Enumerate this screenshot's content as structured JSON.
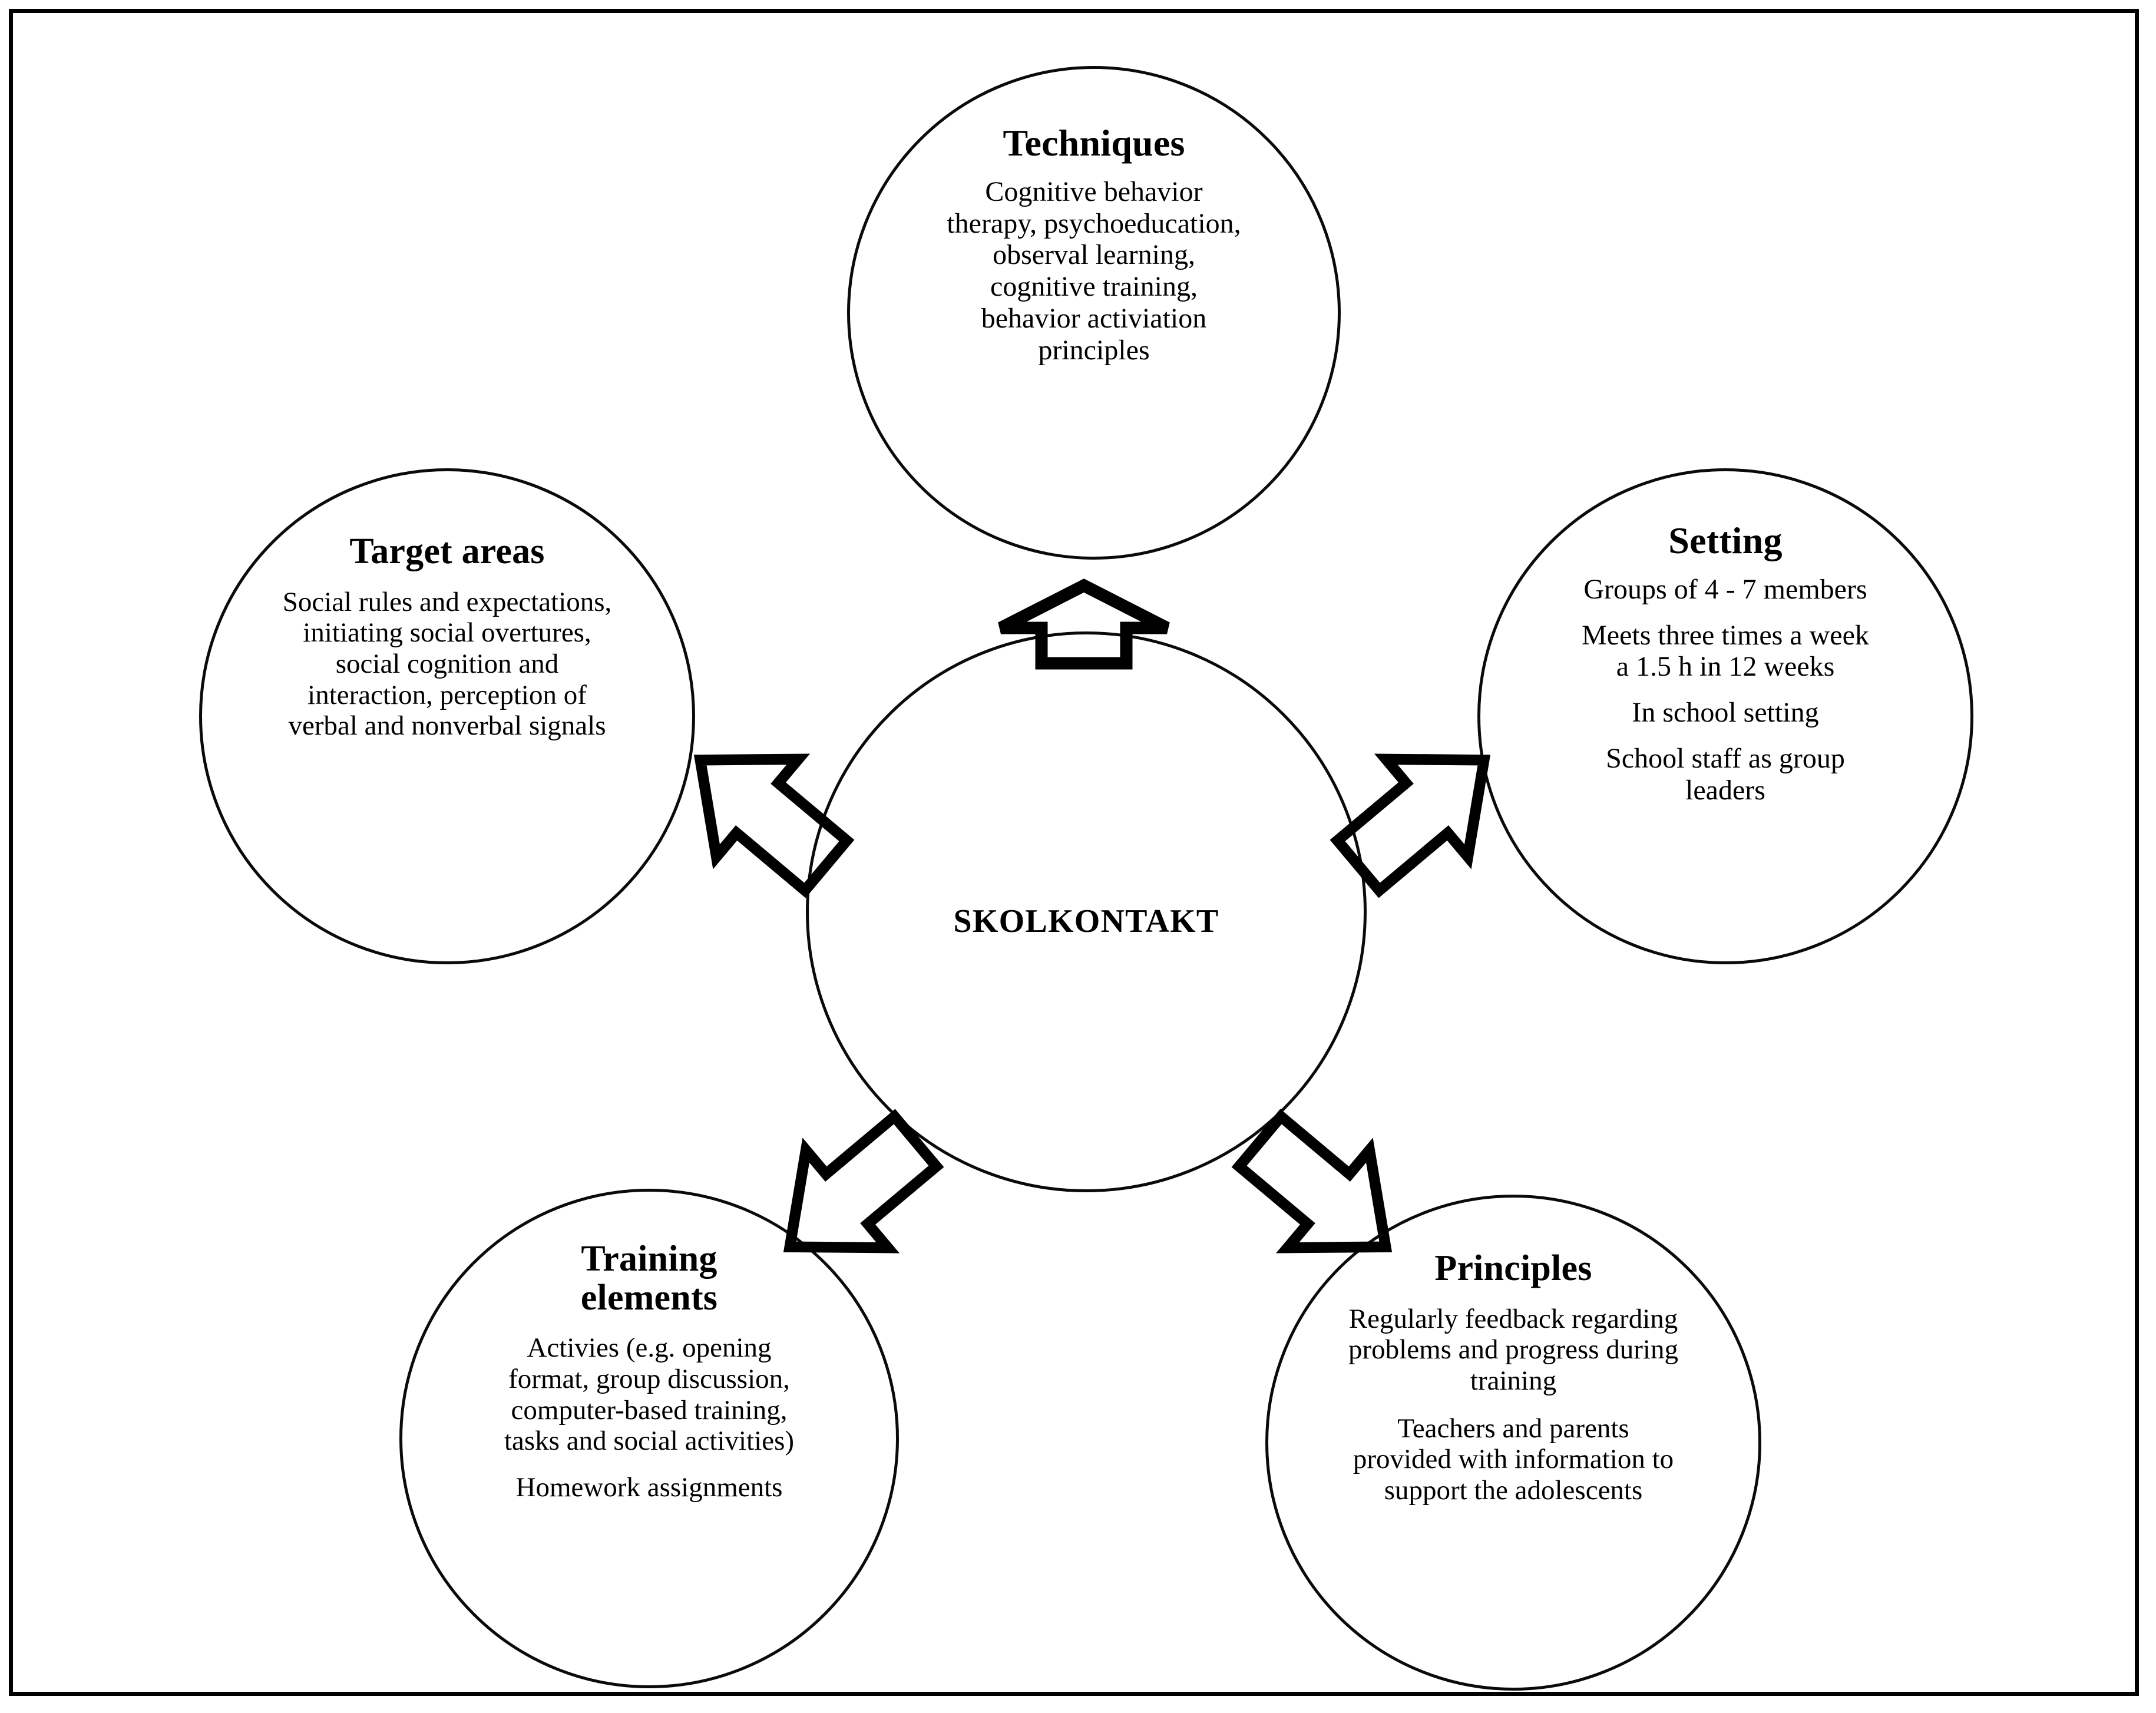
{
  "diagram": {
    "center": {
      "label": "SKOLKONTAKT"
    },
    "nodes": [
      {
        "id": "techniques",
        "title": "Techniques",
        "paragraphs": [
          "Cognitive behavior therapy, psychoeducation, observal learning, cognitive training, behavior activiation principles"
        ]
      },
      {
        "id": "target-areas",
        "title": "Target areas",
        "paragraphs": [
          "Social rules and expectations, initiating social overtures, social cognition and interaction, perception of verbal and nonverbal signals"
        ]
      },
      {
        "id": "setting",
        "title": "Setting",
        "paragraphs": [
          "Groups of 4 - 7 members",
          "Meets three times a week a 1.5 h in 12 weeks",
          "In school setting",
          "School staff as group leaders"
        ]
      },
      {
        "id": "training-elements",
        "title": "Training elements",
        "paragraphs": [
          "Activies (e.g. opening format, group discussion, computer-based training, tasks and social activities)",
          "Homework assignments"
        ]
      },
      {
        "id": "principles",
        "title": "Principles",
        "paragraphs": [
          "Regularly feedback regarding problems and progress during training",
          "Teachers and parents provided with information to support the adolescents"
        ]
      }
    ],
    "arrows": [
      {
        "id": "arrow-up",
        "points_to": "techniques"
      },
      {
        "id": "arrow-up-left",
        "points_to": "target-areas"
      },
      {
        "id": "arrow-up-right",
        "points_to": "setting"
      },
      {
        "id": "arrow-down-left",
        "points_to": "training-elements"
      },
      {
        "id": "arrow-down-right",
        "points_to": "principles"
      }
    ],
    "colors": {
      "stroke": "#000000",
      "background": "#ffffff"
    }
  }
}
